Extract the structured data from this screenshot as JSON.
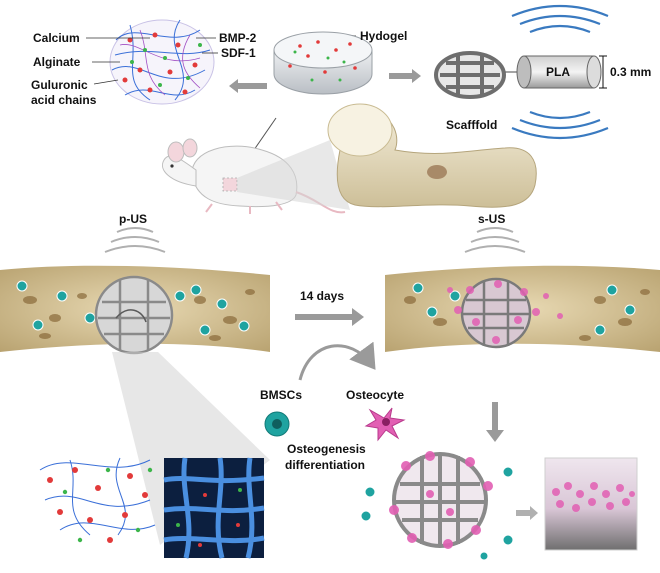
{
  "labels": {
    "calcium": "Calcium",
    "bmp2": "BMP-2",
    "sdf1": "SDF-1",
    "alginate": "Alginate",
    "guluronic_line1": "Guluronic",
    "guluronic_line2": "acid chains",
    "hydrogel": "Hydogel",
    "pla": "PLA",
    "thickness": "0.3 mm",
    "scaffold": "Scafffold",
    "p_us": "p-US",
    "s_us": "s-US",
    "days": "14 days",
    "bmscs": "BMSCs",
    "osteocyte": "Osteocyte",
    "osteo_line1": "Osteogenesis",
    "osteo_line2": "differentiation"
  },
  "colors": {
    "bone": "#d9c79a",
    "bone_dark": "#8a6a3a",
    "cell_teal": "#1fa3a0",
    "osteocyte_pink": "#e25fb3",
    "chain_blue": "#3a6fd8",
    "dot_red": "#e23a3a",
    "dot_green": "#3cb54a",
    "scaffold_gray": "#7a7a7a",
    "ultrasound_blue": "#3a7ac0",
    "arrow_gray": "#9a9a9a",
    "gel_blue": "#2a5fae"
  }
}
